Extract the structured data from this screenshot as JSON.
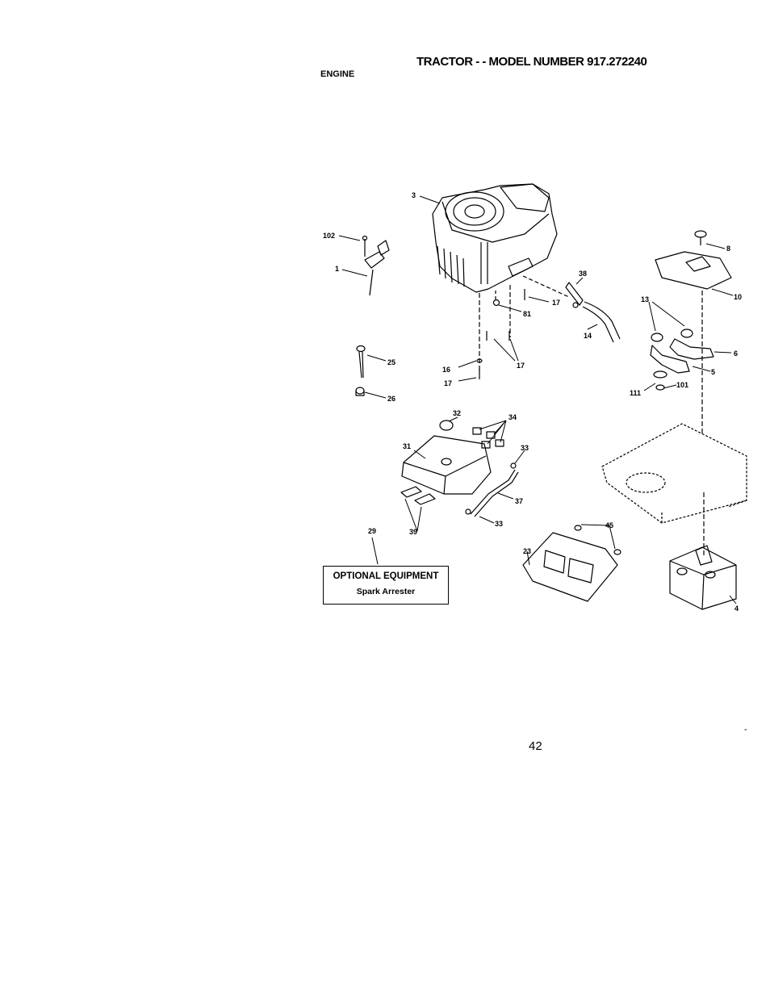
{
  "header": {
    "title": "TRACTOR - - MODEL NUMBER 917.272240",
    "section": "ENGINE"
  },
  "callouts": {
    "c1": "1",
    "c3": "3",
    "c4": "4",
    "c5": "5",
    "c6": "6",
    "c8": "8",
    "c10": "10",
    "c13": "13",
    "c14": "14",
    "c16": "16",
    "c17a": "17",
    "c17b": "17",
    "c17c": "17",
    "c23": "23",
    "c25": "25",
    "c26": "26",
    "c29": "29",
    "c31": "31",
    "c32": "32",
    "c33a": "33",
    "c33b": "33",
    "c34": "34",
    "c37": "37",
    "c38": "38",
    "c39": "39",
    "c45": "45",
    "c81": "81",
    "c101": "101",
    "c102": "102",
    "c111": "111"
  },
  "optional_box": {
    "line1": "OPTIONAL EQUIPMENT",
    "line2": "Spark Arrester"
  },
  "footer": {
    "page_number": "42",
    "mark": "-"
  }
}
